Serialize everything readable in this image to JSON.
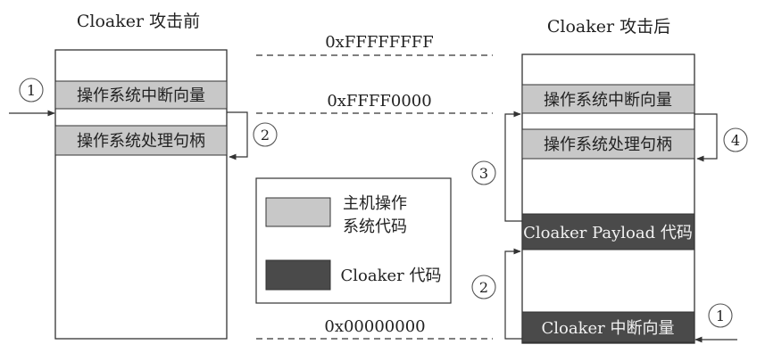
{
  "titles": {
    "before": "Cloaker 攻击前",
    "after": "Cloaker 攻击后"
  },
  "addresses": {
    "top": "0xFFFFFFFF",
    "mid": "0xFFFF0000",
    "bottom": "0x00000000"
  },
  "left_memory": {
    "interrupt_vector": "操作系统中断向量",
    "handler": "操作系统处理句柄"
  },
  "right_memory": {
    "interrupt_vector": "操作系统中断向量",
    "handler": "操作系统处理句柄",
    "payload": "Cloaker Payload 代码",
    "cloaker_vector": "Cloaker 中断向量"
  },
  "legend": {
    "host_line1": "主机操作",
    "host_line2": "系统代码",
    "cloaker": "Cloaker 代码"
  },
  "steps": {
    "left_1": "1",
    "left_2": "2",
    "right_1": "1",
    "right_2": "2",
    "right_3": "3",
    "right_4": "4"
  },
  "colors": {
    "host_os_fill": "#c8c8c8",
    "cloaker_fill": "#4a4a4a",
    "line": "#333333"
  }
}
